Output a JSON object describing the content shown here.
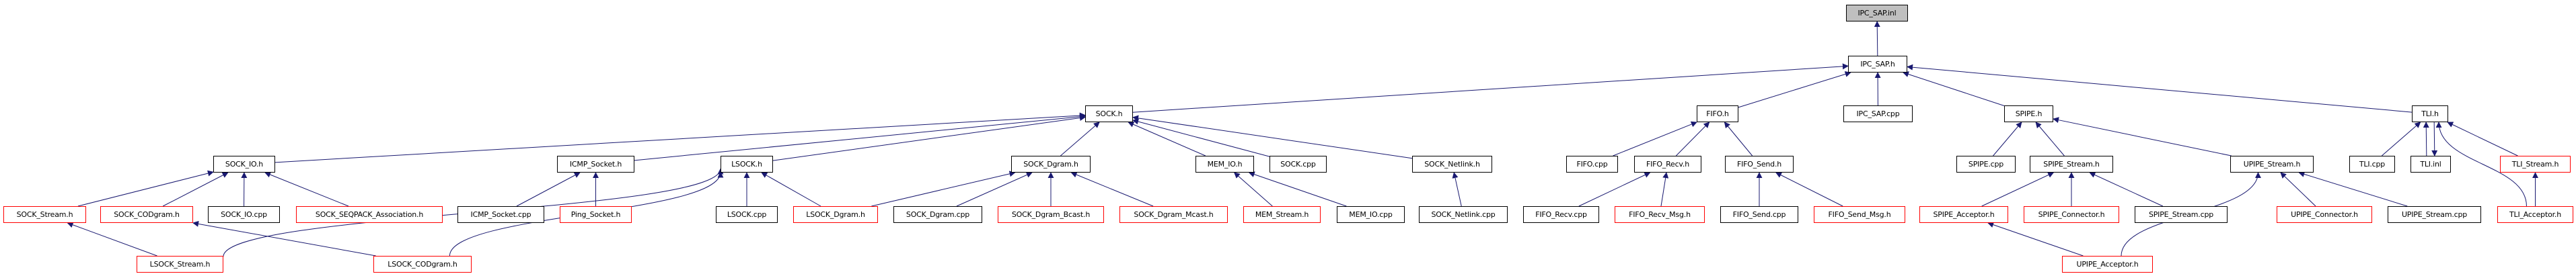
{
  "diagram": {
    "title": "IPC_SAP.inl include dependency graph",
    "edge_color": "#191970",
    "undocumented_border_color": "#ff0000",
    "root_fill_color": "#bfbfbf",
    "nodes": [
      {
        "id": "ipc_sap_inl",
        "label": "IPC_SAP.inl",
        "style": "root"
      },
      {
        "id": "ipc_sap_h",
        "label": "IPC_SAP.h",
        "style": "normal"
      },
      {
        "id": "sock_h",
        "label": "SOCK.h",
        "style": "normal"
      },
      {
        "id": "fifo_h",
        "label": "FIFO.h",
        "style": "normal"
      },
      {
        "id": "ipc_sap_cpp",
        "label": "IPC_SAP.cpp",
        "style": "normal"
      },
      {
        "id": "spipe_h",
        "label": "SPIPE.h",
        "style": "normal"
      },
      {
        "id": "tli_h",
        "label": "TLI.h",
        "style": "normal"
      },
      {
        "id": "sock_io_h",
        "label": "SOCK_IO.h",
        "style": "normal"
      },
      {
        "id": "icmp_socket_h",
        "label": "ICMP_Socket.h",
        "style": "normal"
      },
      {
        "id": "lsock_h",
        "label": "LSOCK.h",
        "style": "normal"
      },
      {
        "id": "sock_dgram_h",
        "label": "SOCK_Dgram.h",
        "style": "normal"
      },
      {
        "id": "mem_io_h",
        "label": "MEM_IO.h",
        "style": "normal"
      },
      {
        "id": "sock_cpp",
        "label": "SOCK.cpp",
        "style": "normal"
      },
      {
        "id": "sock_netlink_h",
        "label": "SOCK_Netlink.h",
        "style": "normal"
      },
      {
        "id": "fifo_cpp",
        "label": "FIFO.cpp",
        "style": "normal"
      },
      {
        "id": "fifo_recv_h",
        "label": "FIFO_Recv.h",
        "style": "normal"
      },
      {
        "id": "fifo_send_h",
        "label": "FIFO_Send.h",
        "style": "normal"
      },
      {
        "id": "spipe_cpp",
        "label": "SPIPE.cpp",
        "style": "normal"
      },
      {
        "id": "spipe_stream_h",
        "label": "SPIPE_Stream.h",
        "style": "normal"
      },
      {
        "id": "upipe_stream_h",
        "label": "UPIPE_Stream.h",
        "style": "normal"
      },
      {
        "id": "tli_cpp",
        "label": "TLI.cpp",
        "style": "normal"
      },
      {
        "id": "tli_inl",
        "label": "TLI.inl",
        "style": "normal"
      },
      {
        "id": "tli_stream_h",
        "label": "TLI_Stream.h",
        "style": "undocumented"
      },
      {
        "id": "sock_stream_h",
        "label": "SOCK_Stream.h",
        "style": "undocumented"
      },
      {
        "id": "sock_codgram_h",
        "label": "SOCK_CODgram.h",
        "style": "undocumented"
      },
      {
        "id": "sock_io_cpp",
        "label": "SOCK_IO.cpp",
        "style": "normal"
      },
      {
        "id": "sock_seqpack_h",
        "label": "SOCK_SEQPACK_Association.h",
        "style": "undocumented"
      },
      {
        "id": "icmp_socket_cpp",
        "label": "ICMP_Socket.cpp",
        "style": "normal"
      },
      {
        "id": "ping_socket_h",
        "label": "Ping_Socket.h",
        "style": "undocumented"
      },
      {
        "id": "lsock_cpp",
        "label": "LSOCK.cpp",
        "style": "normal"
      },
      {
        "id": "lsock_dgram_h",
        "label": "LSOCK_Dgram.h",
        "style": "undocumented"
      },
      {
        "id": "sock_dgram_cpp",
        "label": "SOCK_Dgram.cpp",
        "style": "normal"
      },
      {
        "id": "sock_dgram_bcast_h",
        "label": "SOCK_Dgram_Bcast.h",
        "style": "undocumented"
      },
      {
        "id": "sock_dgram_mcast_h",
        "label": "SOCK_Dgram_Mcast.h",
        "style": "undocumented"
      },
      {
        "id": "mem_stream_h",
        "label": "MEM_Stream.h",
        "style": "undocumented"
      },
      {
        "id": "mem_io_cpp",
        "label": "MEM_IO.cpp",
        "style": "normal"
      },
      {
        "id": "sock_netlink_cpp",
        "label": "SOCK_Netlink.cpp",
        "style": "normal"
      },
      {
        "id": "fifo_recv_cpp",
        "label": "FIFO_Recv.cpp",
        "style": "normal"
      },
      {
        "id": "fifo_recv_msg_h",
        "label": "FIFO_Recv_Msg.h",
        "style": "undocumented"
      },
      {
        "id": "fifo_send_cpp",
        "label": "FIFO_Send.cpp",
        "style": "normal"
      },
      {
        "id": "fifo_send_msg_h",
        "label": "FIFO_Send_Msg.h",
        "style": "undocumented"
      },
      {
        "id": "spipe_acceptor_h",
        "label": "SPIPE_Acceptor.h",
        "style": "undocumented"
      },
      {
        "id": "spipe_connector_h",
        "label": "SPIPE_Connector.h",
        "style": "undocumented"
      },
      {
        "id": "spipe_stream_cpp",
        "label": "SPIPE_Stream.cpp",
        "style": "normal"
      },
      {
        "id": "upipe_connector_h",
        "label": "UPIPE_Connector.h",
        "style": "undocumented"
      },
      {
        "id": "upipe_stream_cpp",
        "label": "UPIPE_Stream.cpp",
        "style": "normal"
      },
      {
        "id": "tli_acceptor_h",
        "label": "TLI_Acceptor.h",
        "style": "undocumented"
      },
      {
        "id": "lsock_stream_h",
        "label": "LSOCK_Stream.h",
        "style": "undocumented"
      },
      {
        "id": "lsock_codgram_h",
        "label": "LSOCK_CODgram.h",
        "style": "undocumented"
      },
      {
        "id": "upipe_acceptor_h",
        "label": "UPIPE_Acceptor.h",
        "style": "undocumented"
      }
    ],
    "edges": [
      {
        "from": "ipc_sap_h",
        "to": "ipc_sap_inl"
      },
      {
        "from": "sock_h",
        "to": "ipc_sap_h"
      },
      {
        "from": "fifo_h",
        "to": "ipc_sap_h"
      },
      {
        "from": "ipc_sap_cpp",
        "to": "ipc_sap_h"
      },
      {
        "from": "spipe_h",
        "to": "ipc_sap_h"
      },
      {
        "from": "tli_h",
        "to": "ipc_sap_h"
      },
      {
        "from": "sock_io_h",
        "to": "sock_h"
      },
      {
        "from": "icmp_socket_h",
        "to": "sock_h"
      },
      {
        "from": "lsock_h",
        "to": "sock_h"
      },
      {
        "from": "sock_dgram_h",
        "to": "sock_h"
      },
      {
        "from": "mem_io_h",
        "to": "sock_h"
      },
      {
        "from": "sock_cpp",
        "to": "sock_h"
      },
      {
        "from": "sock_netlink_h",
        "to": "sock_h"
      },
      {
        "from": "sock_stream_h",
        "to": "sock_io_h"
      },
      {
        "from": "sock_codgram_h",
        "to": "sock_io_h"
      },
      {
        "from": "sock_io_cpp",
        "to": "sock_io_h"
      },
      {
        "from": "sock_seqpack_h",
        "to": "sock_io_h"
      },
      {
        "from": "icmp_socket_cpp",
        "to": "icmp_socket_h"
      },
      {
        "from": "ping_socket_h",
        "to": "icmp_socket_h"
      },
      {
        "from": "lsock_stream_h",
        "to": "lsock_h"
      },
      {
        "from": "lsock_codgram_h",
        "to": "lsock_h"
      },
      {
        "from": "lsock_cpp",
        "to": "lsock_h"
      },
      {
        "from": "lsock_dgram_h",
        "to": "lsock_h"
      },
      {
        "from": "lsock_dgram_h",
        "to": "sock_dgram_h"
      },
      {
        "from": "sock_dgram_cpp",
        "to": "sock_dgram_h"
      },
      {
        "from": "sock_dgram_bcast_h",
        "to": "sock_dgram_h"
      },
      {
        "from": "sock_dgram_mcast_h",
        "to": "sock_dgram_h"
      },
      {
        "from": "mem_stream_h",
        "to": "mem_io_h"
      },
      {
        "from": "mem_io_cpp",
        "to": "mem_io_h"
      },
      {
        "from": "sock_netlink_cpp",
        "to": "sock_netlink_h"
      },
      {
        "from": "lsock_stream_h",
        "to": "sock_stream_h"
      },
      {
        "from": "lsock_codgram_h",
        "to": "sock_codgram_h"
      },
      {
        "from": "fifo_cpp",
        "to": "fifo_h"
      },
      {
        "from": "fifo_recv_h",
        "to": "fifo_h"
      },
      {
        "from": "fifo_send_h",
        "to": "fifo_h"
      },
      {
        "from": "fifo_recv_cpp",
        "to": "fifo_recv_h"
      },
      {
        "from": "fifo_recv_msg_h",
        "to": "fifo_recv_h"
      },
      {
        "from": "fifo_send_cpp",
        "to": "fifo_send_h"
      },
      {
        "from": "fifo_send_msg_h",
        "to": "fifo_send_h"
      },
      {
        "from": "spipe_cpp",
        "to": "spipe_h"
      },
      {
        "from": "spipe_stream_h",
        "to": "spipe_h"
      },
      {
        "from": "upipe_stream_h",
        "to": "spipe_h"
      },
      {
        "from": "spipe_acceptor_h",
        "to": "spipe_stream_h"
      },
      {
        "from": "spipe_connector_h",
        "to": "spipe_stream_h"
      },
      {
        "from": "spipe_stream_cpp",
        "to": "spipe_stream_h"
      },
      {
        "from": "upipe_acceptor_h",
        "to": "upipe_stream_h"
      },
      {
        "from": "upipe_connector_h",
        "to": "upipe_stream_h"
      },
      {
        "from": "upipe_stream_cpp",
        "to": "upipe_stream_h"
      },
      {
        "from": "upipe_acceptor_h",
        "to": "spipe_acceptor_h"
      },
      {
        "from": "tli_cpp",
        "to": "tli_h"
      },
      {
        "from": "tli_inl",
        "to": "tli_h"
      },
      {
        "from": "tli_h",
        "to": "tli_inl"
      },
      {
        "from": "tli_stream_h",
        "to": "tli_h"
      },
      {
        "from": "tli_acceptor_h",
        "to": "tli_h"
      },
      {
        "from": "tli_acceptor_h",
        "to": "tli_stream_h"
      }
    ]
  }
}
